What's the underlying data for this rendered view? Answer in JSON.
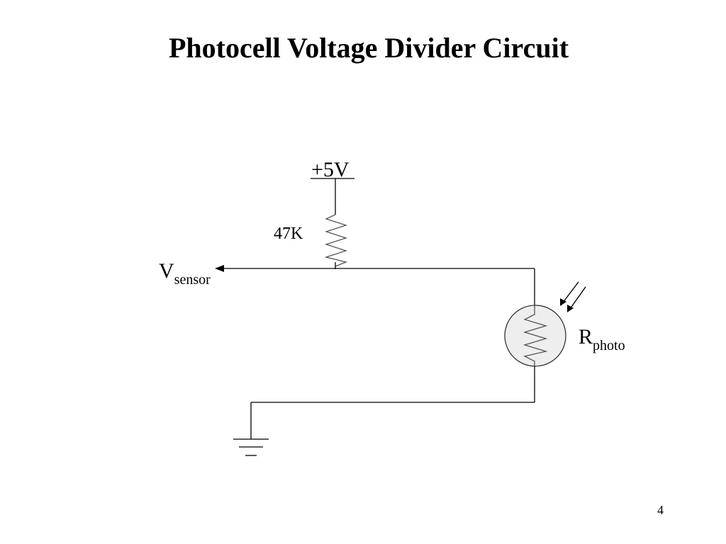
{
  "slide": {
    "title": "Photocell Voltage Divider Circuit",
    "page_number": "4"
  },
  "circuit": {
    "supply": {
      "label": "+5V"
    },
    "fixed_resistor": {
      "label": "47K"
    },
    "output": {
      "label_main": "V",
      "label_sub": "sensor"
    },
    "photoresistor": {
      "label_main": "R",
      "label_sub": "photo"
    },
    "ground": {
      "label": ""
    }
  },
  "colors": {
    "background": "#ffffff",
    "text": "#000000",
    "wire": "#000000",
    "component_line": "#555555",
    "photocell_fill": "#eeeeee"
  },
  "icons": [
    "arrow-left-icon",
    "light-arrows-icon",
    "ground-icon",
    "resistor-icon",
    "photoresistor-icon"
  ]
}
